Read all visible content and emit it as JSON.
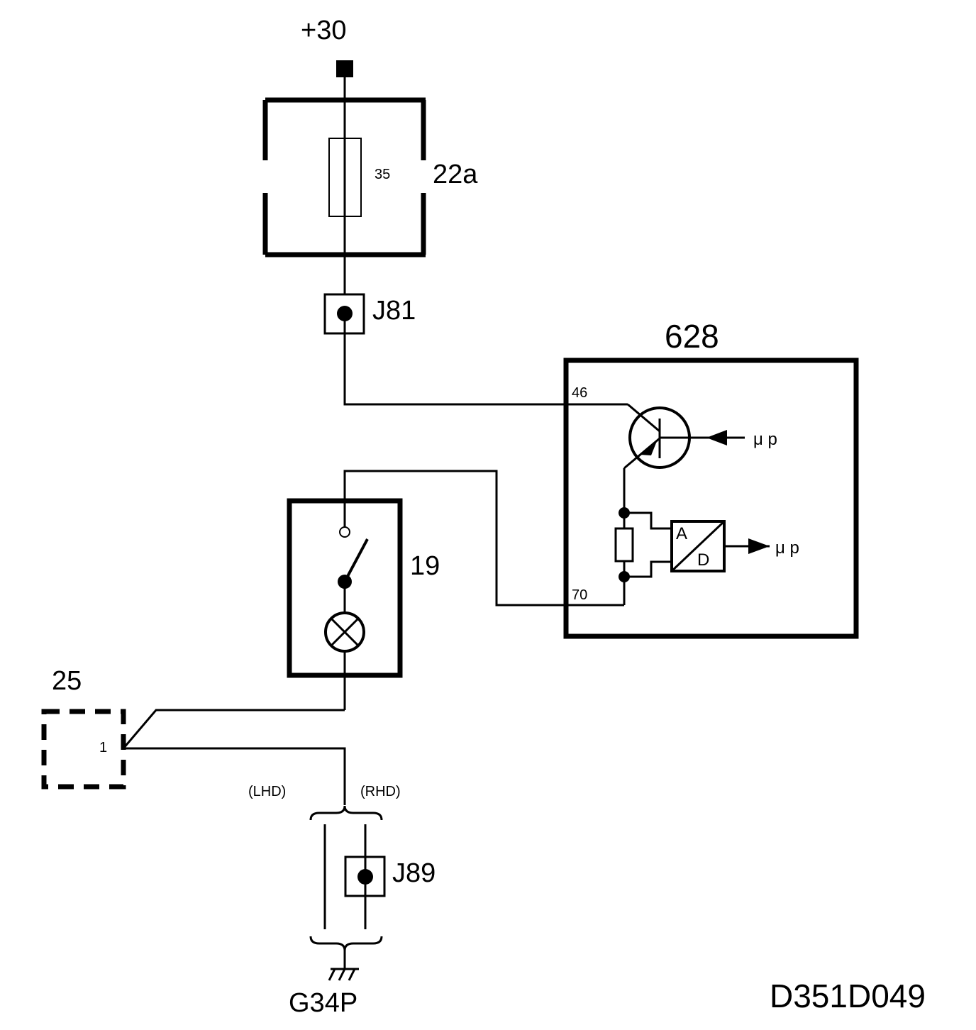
{
  "labels": {
    "supply": "+30",
    "fuse_box": "22a",
    "fuse_rating": "35",
    "connector_j81": "J81",
    "module": "628",
    "pin_46": "46",
    "pin_70": "70",
    "mu_p_upper": "μ p",
    "mu_p_lower": "μ p",
    "ad_a": "A",
    "ad_d": "D",
    "switch_unit": "19",
    "component_25": "25",
    "pin_1": "1",
    "lhd": "(LHD)",
    "rhd": "(RHD)",
    "connector_j89": "J89",
    "ground": "G34P",
    "drawing_id": "D351D049"
  }
}
